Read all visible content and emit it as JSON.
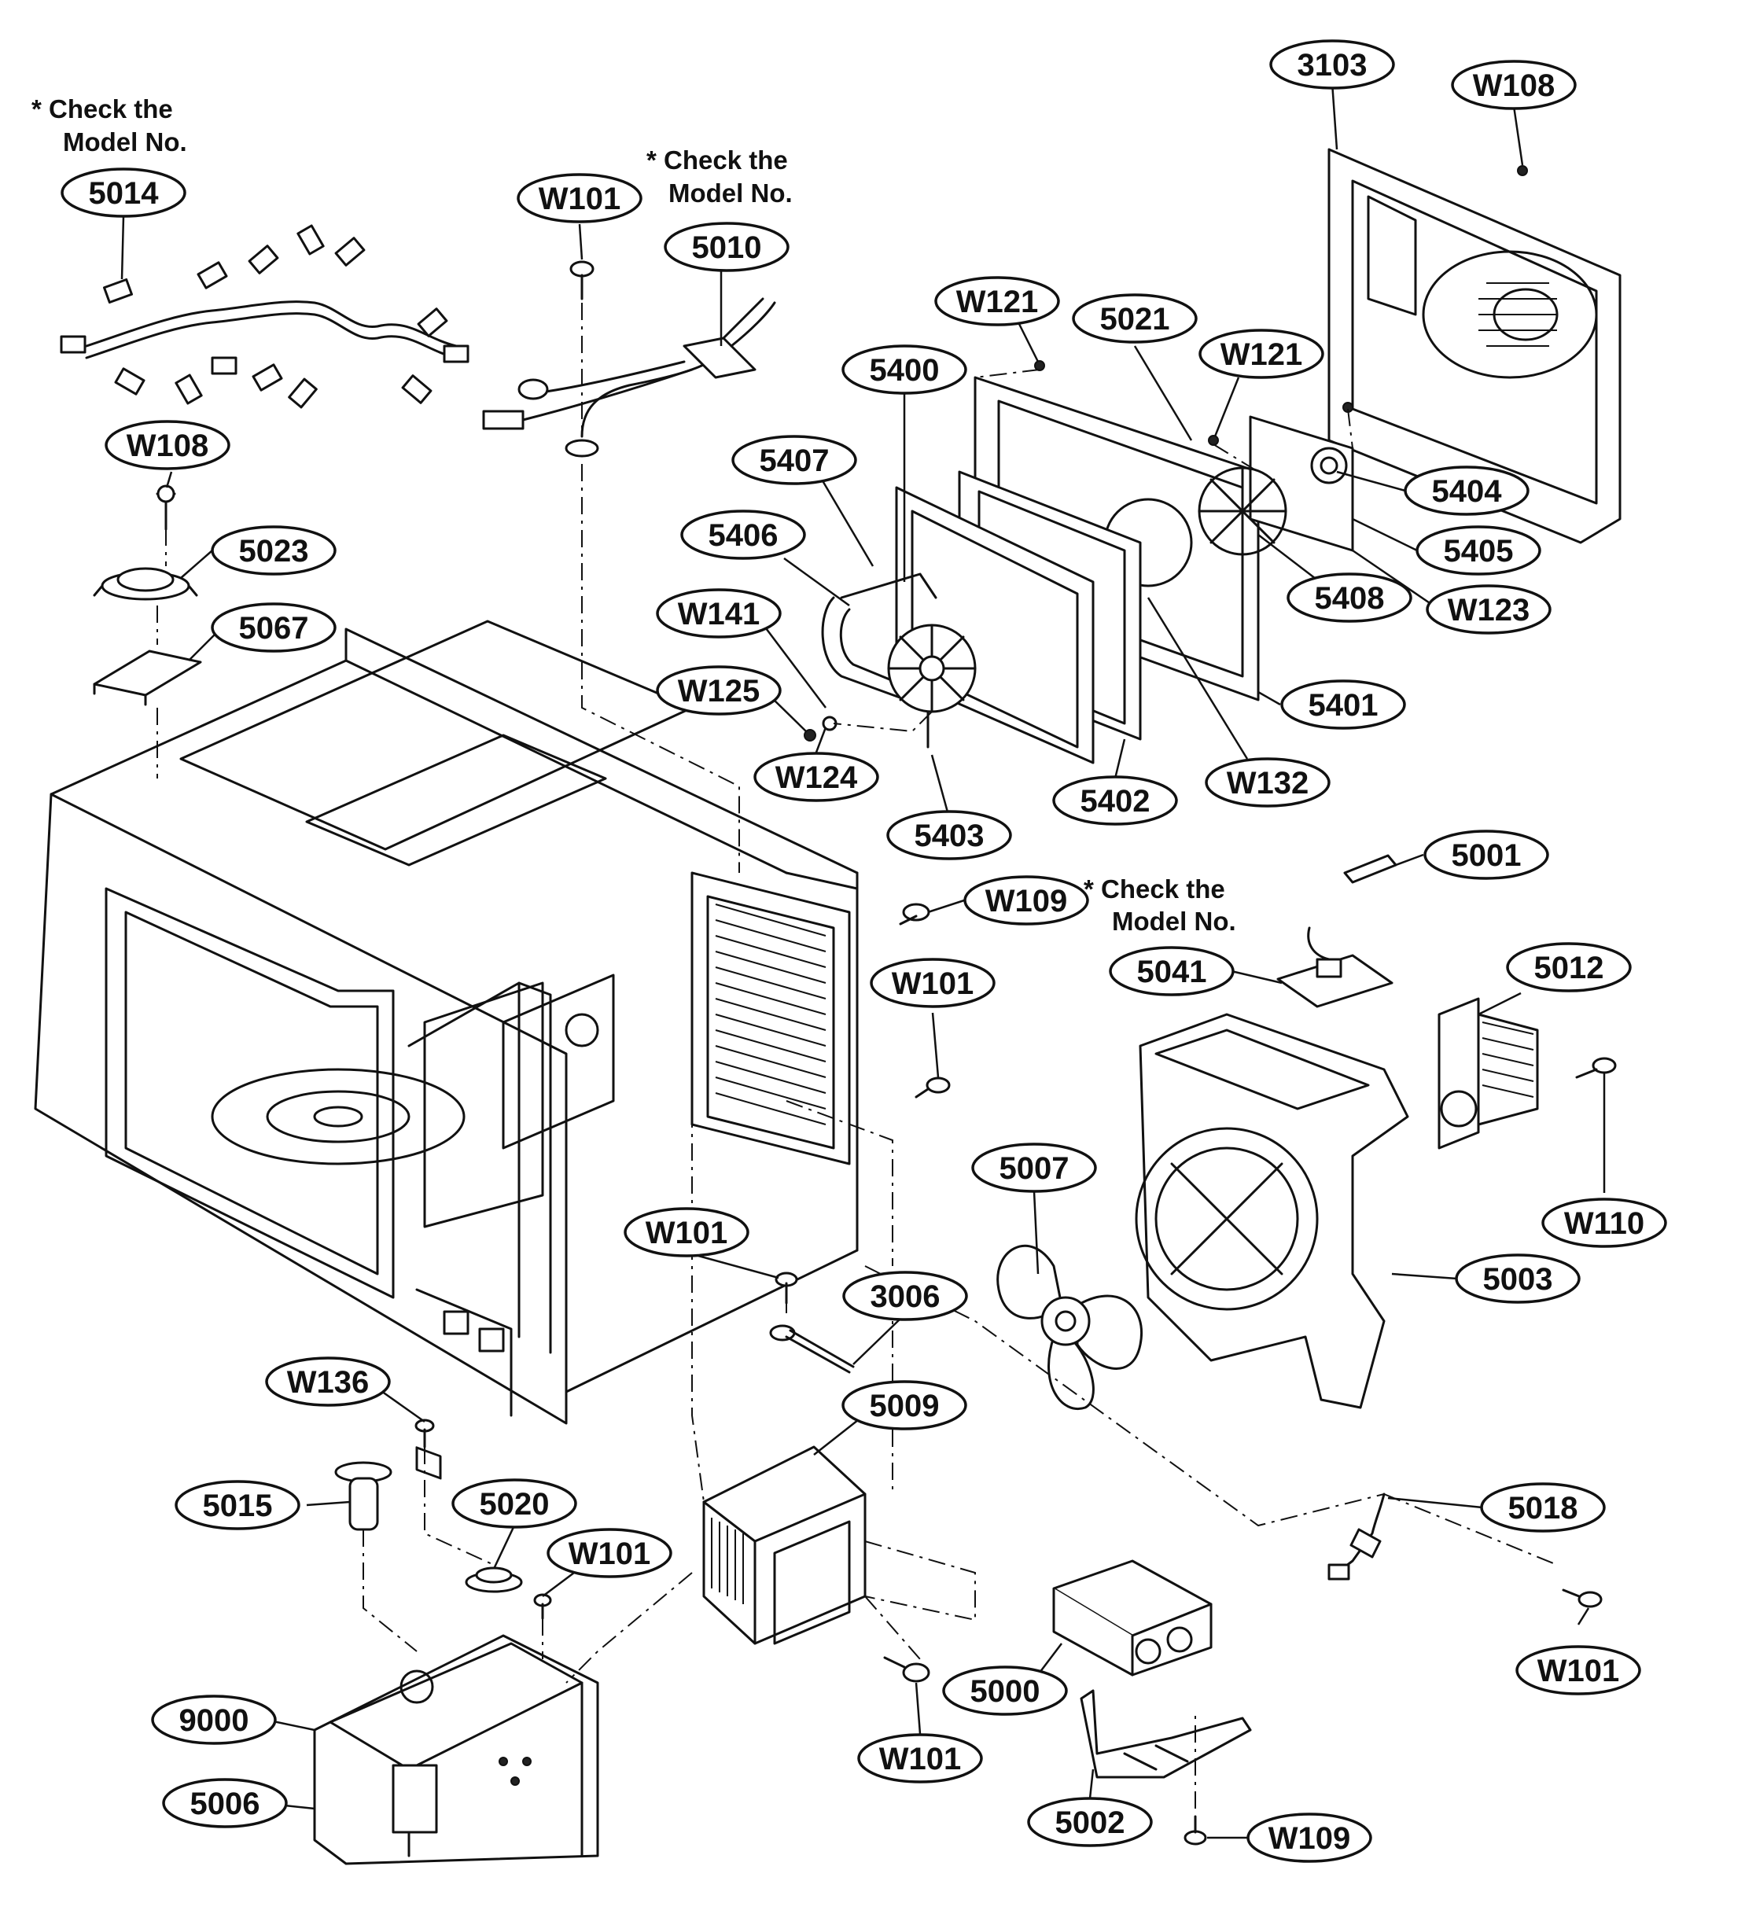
{
  "notes": [
    {
      "line1": "* Check the",
      "line2": "Model No."
    },
    {
      "line1": "* Check the",
      "line2": "Model No."
    },
    {
      "line1": "* Check the",
      "line2": "Model No."
    }
  ],
  "callouts": [
    "5014",
    "W108",
    "5023",
    "5067",
    "W101",
    "5010",
    "3103",
    "W108",
    "W121",
    "5021",
    "W121",
    "5400",
    "5407",
    "5406",
    "W141",
    "W125",
    "W124",
    "5403",
    "5402",
    "W132",
    "5401",
    "5404",
    "5405",
    "5408",
    "W123",
    "5001",
    "W109",
    "W101",
    "5041",
    "5012",
    "5007",
    "W110",
    "5003",
    "W101",
    "3006",
    "5009",
    "W136",
    "5015",
    "5020",
    "W101",
    "9000",
    "5006",
    "W101",
    "5000",
    "5002",
    "W109",
    "5018",
    "W101"
  ]
}
